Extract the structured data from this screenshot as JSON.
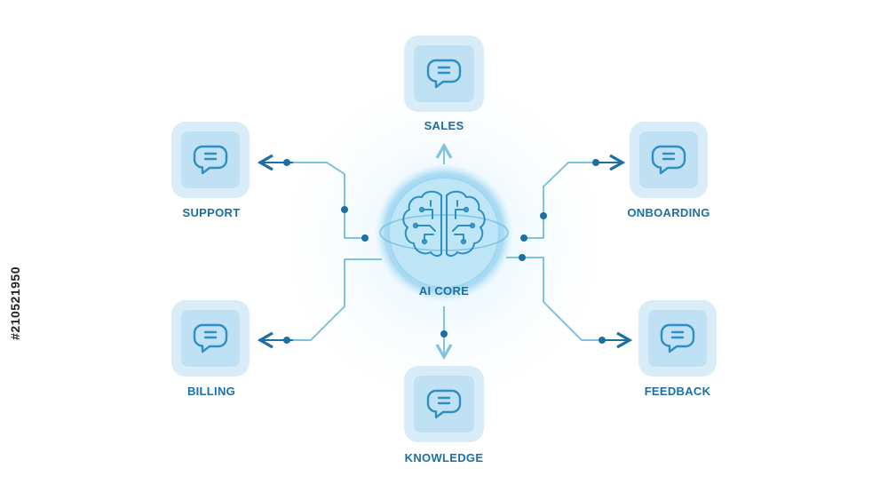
{
  "colors": {
    "accent": "#1b6fa3",
    "line": "#7cc4e0",
    "tile_outer": "#d8edf8",
    "tile_inner": "#bfe1f3",
    "icon": "#2e8fc2",
    "core_glow": "#a9dcf4"
  },
  "core": {
    "label": "AI CORE",
    "icon": "brain-circuit-icon"
  },
  "nodes": {
    "sales": {
      "label": "SALES",
      "icon": "chat-bubble-icon"
    },
    "support": {
      "label": "SUPPORT",
      "icon": "chat-bubble-icon"
    },
    "onboarding": {
      "label": "ONBOARDING",
      "icon": "chat-bubble-icon"
    },
    "billing": {
      "label": "BILLING",
      "icon": "chat-bubble-icon"
    },
    "feedback": {
      "label": "FEEDBACK",
      "icon": "chat-bubble-icon"
    },
    "knowledge": {
      "label": "KNOWLEDGE",
      "icon": "chat-bubble-icon"
    }
  },
  "watermark": {
    "id": "#210521950"
  }
}
